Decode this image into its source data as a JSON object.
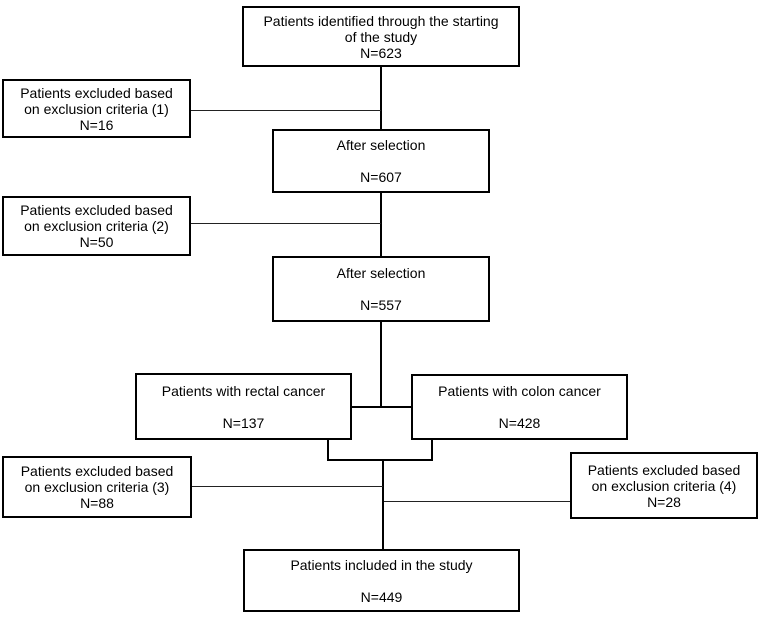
{
  "diagram": {
    "type": "flowchart",
    "colors": {
      "box_border": "#000000",
      "background": "#ffffff",
      "text": "#000000",
      "connector": "#000000"
    },
    "boxes": {
      "start": {
        "line1": "Patients identified through the starting",
        "line2": "of the study",
        "n": "N=623"
      },
      "excluded1": {
        "line1": "Patients excluded based",
        "line2": "on exclusion criteria (1)",
        "n": "N=16"
      },
      "after_selection_1": {
        "line1": "After selection",
        "n": "N=607"
      },
      "excluded2": {
        "line1": "Patients excluded based",
        "line2": "on exclusion criteria (2)",
        "n": "N=50"
      },
      "after_selection_2": {
        "line1": "After selection",
        "n": "N=557"
      },
      "rectal": {
        "line1": "Patients with rectal cancer",
        "n": "N=137"
      },
      "colon": {
        "line1": "Patients with colon cancer",
        "n": "N=428"
      },
      "excluded3": {
        "line1": "Patients excluded based",
        "line2": "on exclusion criteria (3)",
        "n": "N=88"
      },
      "excluded4": {
        "line1": "Patients excluded based",
        "line2": "on exclusion criteria (4)",
        "n": "N=28"
      },
      "included": {
        "line1": "Patients included in the study",
        "n": "N=449"
      }
    }
  }
}
